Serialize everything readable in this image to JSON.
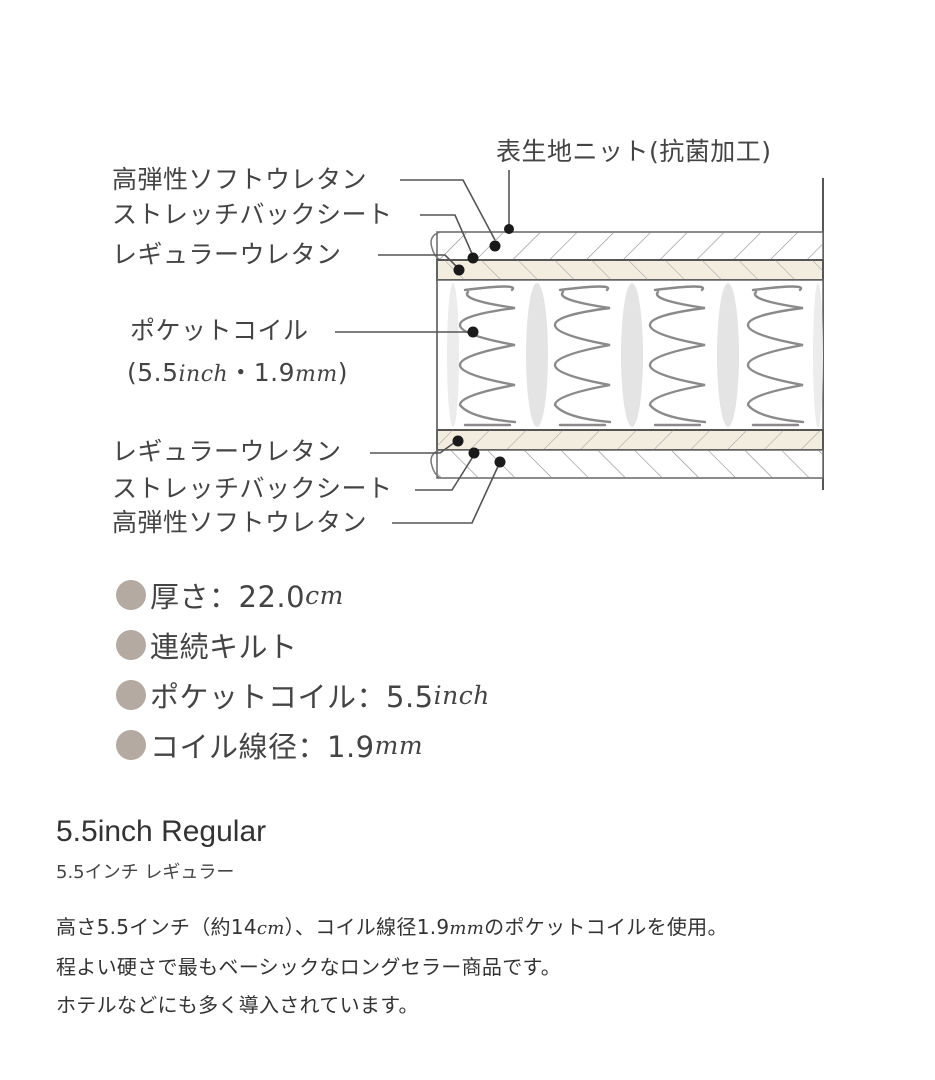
{
  "diagram": {
    "title_top": "表生地ニット(抗菌加工)",
    "labels_top": [
      "高弾性ソフトウレタン",
      "ストレッチバックシート",
      "レギュラーウレタン"
    ],
    "coil_label": "ポケットコイル",
    "coil_spec_prefix": "(5.5",
    "coil_spec_unit1": "inch",
    "coil_spec_mid": "・1.9",
    "coil_spec_unit2": "mm",
    "coil_spec_suffix": ")",
    "labels_bottom": [
      "レギュラーウレタン",
      "ストレッチバックシート",
      "高弾性ソフトウレタン"
    ],
    "colors": {
      "line": "#555555",
      "regular_urethane_fill": "#f3ede0",
      "knit_fill": "#ffffff",
      "coil": "#8a8a8a",
      "coil_pocket": "#e4e4e4",
      "marker": "#1a1a1a"
    }
  },
  "specs": [
    {
      "text": "厚さ：22.0",
      "unit": "cm"
    },
    {
      "text": "連続キルト",
      "unit": ""
    },
    {
      "text": "ポケットコイル：5.5",
      "unit": "inch"
    },
    {
      "text": "コイル線径：1.9",
      "unit": "mm"
    }
  ],
  "spec_dot_color": "#b5aaa2",
  "model": {
    "name": "5.5inch Regular",
    "subtitle": "5.5インチ レギュラー"
  },
  "description": {
    "line1_a": "高さ5.5インチ（約14",
    "line1_unit1": "cm",
    "line1_b": "）、コイル線径1.9",
    "line1_unit2": "mm",
    "line1_c": "のポケットコイルを使用。",
    "line2": "程よい硬さで最もベーシックなロングセラー商品です。",
    "line3": "ホテルなどにも多く導入されています。"
  }
}
